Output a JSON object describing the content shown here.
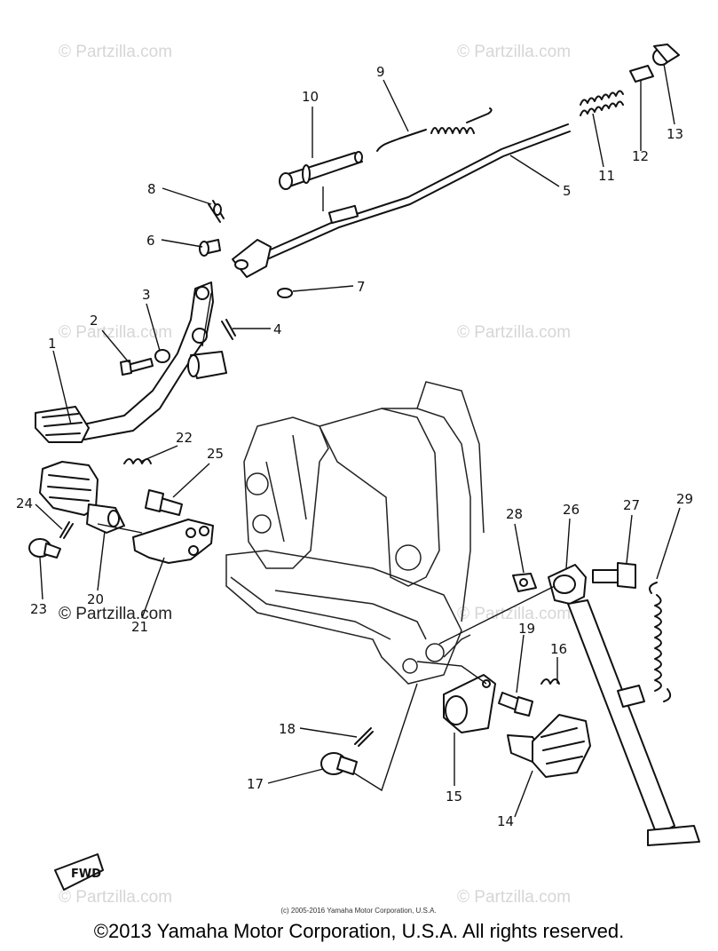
{
  "watermarks": [
    "© Partzilla.com",
    "© Partzilla.com",
    "© Partzilla.com",
    "© Partzilla.com",
    "© Partzilla.com",
    "© Partzilla.com",
    "© Partzilla.com",
    "© Partzilla.com"
  ],
  "callouts": [
    "1",
    "2",
    "3",
    "4",
    "5",
    "6",
    "7",
    "8",
    "9",
    "10",
    "11",
    "12",
    "13",
    "14",
    "15",
    "16",
    "17",
    "18",
    "19",
    "20",
    "21",
    "22",
    "23",
    "24",
    "25",
    "26",
    "27",
    "28",
    "29"
  ],
  "fwd_label": "FWD",
  "small_copyright": "(c) 2005-2016 Yamaha Motor Corporation, U.S.A.",
  "footer_copyright": "©2013 Yamaha Motor Corporation, U.S.A. All rights reserved."
}
